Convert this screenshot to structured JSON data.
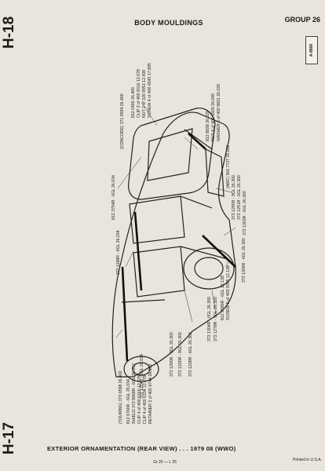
{
  "header": {
    "code_top": "H-18",
    "title": "BODY MOULDINGS",
    "group": "GROUP 26",
    "page_tag": "A-8806"
  },
  "callouts": [
    "812 3754R - 6GL  26.034",
    "(CONCORD) 371 9994  26.400",
    "812 0406  26.400",
    "CLIP  2 of  400 8316  12.078",
    "NUT  2 of  326 9953  12.438",
    "SCREW  4 of  400 6545  17.895",
    "812 8928  26.029",
    "NUT  4 of  400 6929  26.090",
    "WASHER  6 of  400 9821  26.029",
    "(AMC) 366 7727  26.036",
    "372 1290R - 9GL  26.300",
    "372 1251R - 6GL  26.300",
    "372 1303R - 6GL  26.300",
    "372 1306R - 6GL  26.300",
    "812 0580R - 6GL  12.128",
    "SCREW  5 of  400 9355  12.128",
    "372 1304R - 6GL  26.300",
    "372 1278R - 9GL  26.300",
    "372 1228R - 6GL  26.300",
    "372 1226R - 9GL  26.300",
    "372 1290R - 9GL  26.300",
    "372 1188R - 6GL  26.034",
    "372 1254R - 6GL  26.034",
    "(TOURING) 372 6598  26.400",
    "812 6760R - 6GL  26.034",
    "SHIELD  372 8968R - 6GL  26.052",
    "CLIP  4 of  400 6316  12.078",
    "CLIP  4 of  400 6334  12.078",
    "RETAINER  3 of  400 6744  26.052"
  ],
  "footer": {
    "code_bottom": "H-17",
    "caption": "EXTERIOR ORNAMENTATION (REAR VIEW) . . . 1979  08 (WWO)",
    "code": "Gr 26 — L 25",
    "printed": "Printed in U.S.A."
  }
}
